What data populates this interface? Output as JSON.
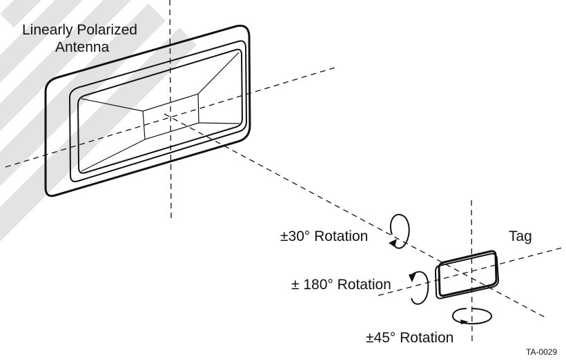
{
  "labels": {
    "antenna_line1": "Linearly Polarized",
    "antenna_line2": "Antenna",
    "tag": "Tag",
    "rot_30": "±30° Rotation",
    "rot_180": "± 180° Rotation",
    "rot_45": "±45° Rotation",
    "figure_code": "TA-0029"
  },
  "colors": {
    "line": "#111111",
    "watermark": "#e3e3e3",
    "background": "#ffffff"
  },
  "icons": {
    "rotation_arrow_30": "circular-arrow-vertical-axis",
    "rotation_arrow_180": "circular-arrow-line-of-sight",
    "rotation_arrow_45": "circular-arrow-horizontal"
  }
}
